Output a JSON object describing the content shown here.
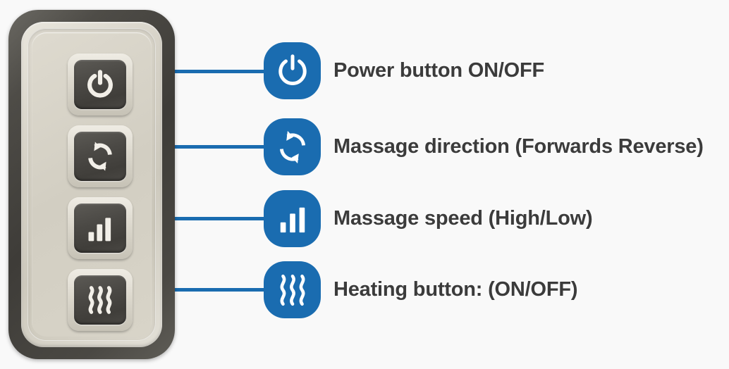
{
  "colors": {
    "badge_blue": "#1a6cb0",
    "lead_blue": "#1a6cb0",
    "label_text": "#3b3b3b",
    "page_background": "#f9f9f9",
    "remote_bezel": "#413f3b",
    "remote_face": "#d5d1c5",
    "key_cap": "#46443f",
    "key_icon": "#f2efe8"
  },
  "device": {
    "name": "massage-seat-remote-control",
    "keys": [
      {
        "id": "power",
        "icon": "power-icon"
      },
      {
        "id": "direction",
        "icon": "rotate-arrows-icon"
      },
      {
        "id": "speed",
        "icon": "bar-levels-icon"
      },
      {
        "id": "heat",
        "icon": "heat-waves-icon"
      }
    ]
  },
  "callouts": [
    {
      "id": "power",
      "icon": "power-icon",
      "label": "Power button ON/OFF"
    },
    {
      "id": "direction",
      "icon": "rotate-arrows-icon",
      "label": "Massage direction (Forwards Reverse)"
    },
    {
      "id": "speed",
      "icon": "bar-levels-icon",
      "label": "Massage speed (High/Low)"
    },
    {
      "id": "heat",
      "icon": "heat-waves-icon",
      "label": "Heating button: (ON/OFF)"
    }
  ]
}
